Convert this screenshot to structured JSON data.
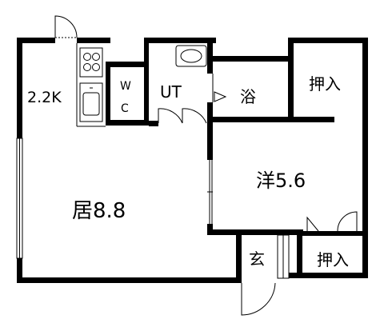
{
  "floor_plan": {
    "rooms": {
      "kitchen": "2.2K",
      "wc_top": "W",
      "wc_bottom": "C",
      "utility": "UT",
      "bath": "浴",
      "closet_top": "押入",
      "western_room": "洋5.6",
      "living_room": "居8.8",
      "entrance": "玄",
      "closet_bottom": "押入"
    },
    "colors": {
      "wall": "#000000",
      "background": "#ffffff",
      "fixture": "#555555"
    }
  }
}
